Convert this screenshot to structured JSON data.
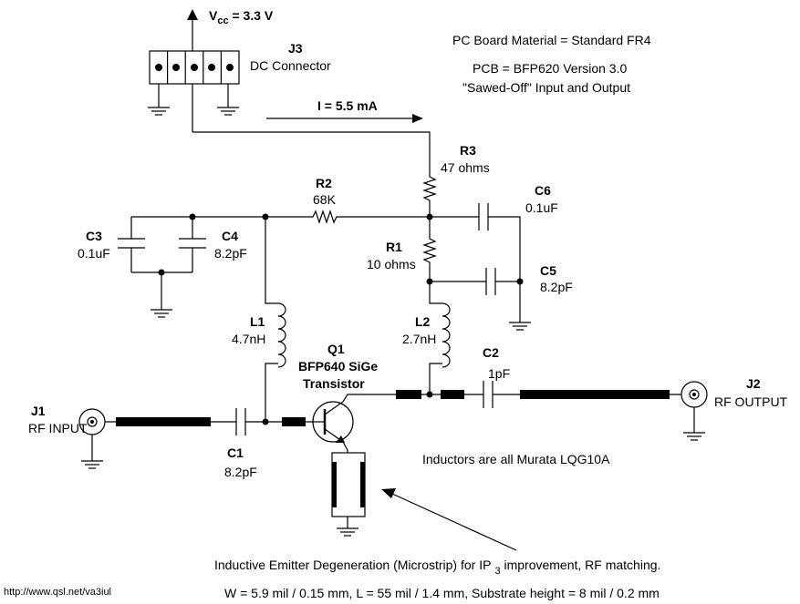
{
  "notes": {
    "board_material": "PC Board Material = Standard FR4",
    "pcb_version": "PCB = BFP620 Version 3.0",
    "sawed_off": "\"Sawed-Off\" Input and Output",
    "inductors": "Inductors are all Murata LQG10A",
    "degeneration_pre": "Inductive Emitter Degeneration (Microstrip) for IP",
    "degeneration_sub": "3",
    "degeneration_post": " improvement, RF matching.",
    "dimensions": "W = 5.9 mil / 0.15 mm, L = 55 mil / 1.4 mm, Substrate height = 8 mil / 0.2 mm",
    "url": "http://www.qsl.net/va3iul"
  },
  "supply": {
    "v": "V",
    "cc": "cc",
    "value": " = 3.3 V"
  },
  "current": "I = 5.5 mA",
  "components": {
    "j3": {
      "ref": "J3",
      "desc": "DC Connector"
    },
    "j1": {
      "ref": "J1",
      "desc": "RF INPUT"
    },
    "j2": {
      "ref": "J2",
      "desc": "RF OUTPUT"
    },
    "q1": {
      "ref": "Q1",
      "part": "BFP640 SiGe",
      "type": "Transistor"
    },
    "r1": {
      "ref": "R1",
      "value": "10 ohms"
    },
    "r2": {
      "ref": "R2",
      "value": "68K"
    },
    "r3": {
      "ref": "R3",
      "value": "47 ohms"
    },
    "c1": {
      "ref": "C1",
      "value": "8.2pF"
    },
    "c2": {
      "ref": "C2",
      "value": "1pF"
    },
    "c3": {
      "ref": "C3",
      "value": "0.1uF"
    },
    "c4": {
      "ref": "C4",
      "value": "8.2pF"
    },
    "c5": {
      "ref": "C5",
      "value": "8.2pF"
    },
    "c6": {
      "ref": "C6",
      "value": "0.1uF"
    },
    "l1": {
      "ref": "L1",
      "value": "4.7nH"
    },
    "l2": {
      "ref": "L2",
      "value": "2.7nH"
    }
  }
}
